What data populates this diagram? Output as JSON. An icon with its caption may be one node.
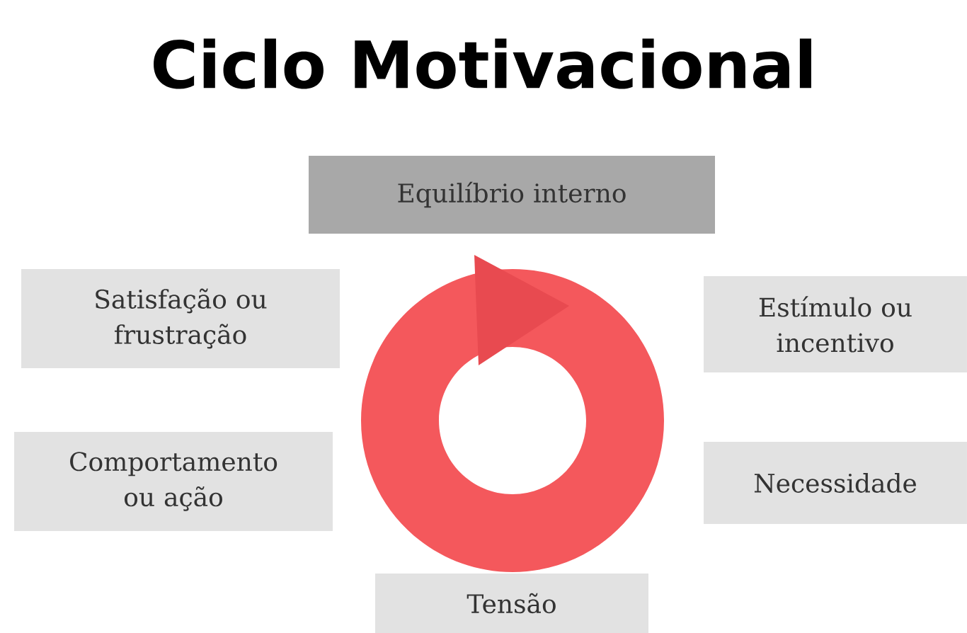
{
  "diagram": {
    "title": "Ciclo Motivacional",
    "nodes": [
      {
        "text": [
          "Equilíbrio interno"
        ]
      },
      {
        "text": [
          "Satisfação ou frustração"
        ]
      },
      {
        "text": [
          "Estímulo ou incentivo"
        ]
      },
      {
        "text": [
          "Comportamento ou ação"
        ]
      },
      {
        "text": [
          "Necessidade"
        ]
      },
      {
        "text": [
          "Tensão"
        ]
      }
    ]
  }
}
